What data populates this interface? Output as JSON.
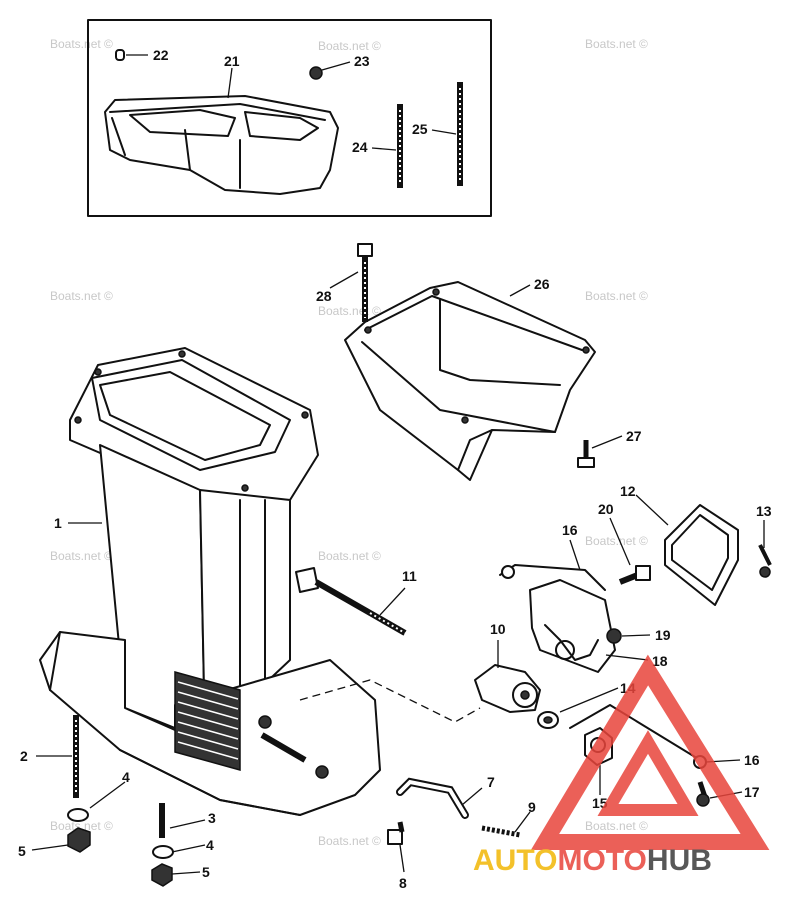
{
  "watermark_text": "Boats.net ©",
  "brand": {
    "part1": "AUTO",
    "part2": "MOTO",
    "part3": "HUB",
    "color_red": "#e8453c",
    "color_yellow": "#f2b705",
    "color_dark": "#3a3a3a"
  },
  "callouts": [
    "1",
    "2",
    "3",
    "4",
    "4",
    "5",
    "5",
    "7",
    "8",
    "9",
    "10",
    "11",
    "12",
    "13",
    "15",
    "14",
    "16",
    "16",
    "17",
    "18",
    "19",
    "20",
    "21",
    "22",
    "23",
    "24",
    "25",
    "26",
    "27",
    "28"
  ]
}
